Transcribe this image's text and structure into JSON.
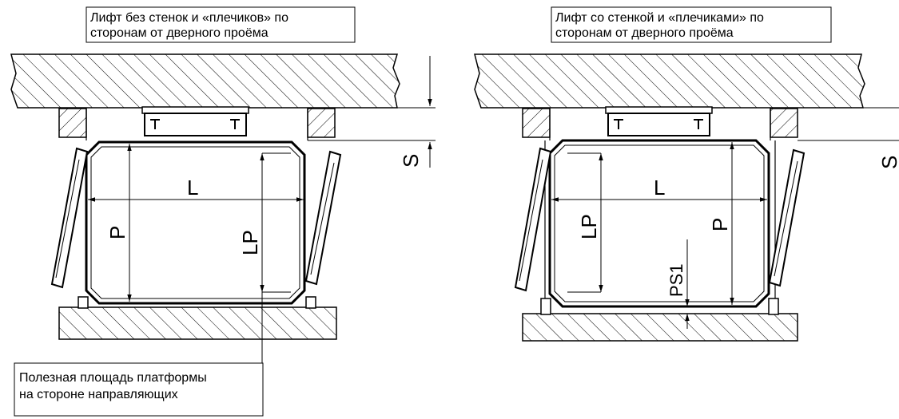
{
  "left_view": {
    "caption_lines": [
      "Лифт без стенок и «плечиков» по",
      "сторонам от дверного проёма"
    ],
    "labels": {
      "width": "L",
      "depth": "P",
      "usable_depth": "LP",
      "gap": "S"
    }
  },
  "right_view": {
    "caption_lines": [
      "Лифт со стенкой  и «плечиками» по",
      "сторонам от  дверного проёма"
    ],
    "labels": {
      "width": "L",
      "depth": "P",
      "usable_depth": "LP",
      "offset": "PS1",
      "gap": "S"
    }
  },
  "note": {
    "lines": [
      "Полезная площадь платформы",
      "на стороне направляющих"
    ]
  }
}
